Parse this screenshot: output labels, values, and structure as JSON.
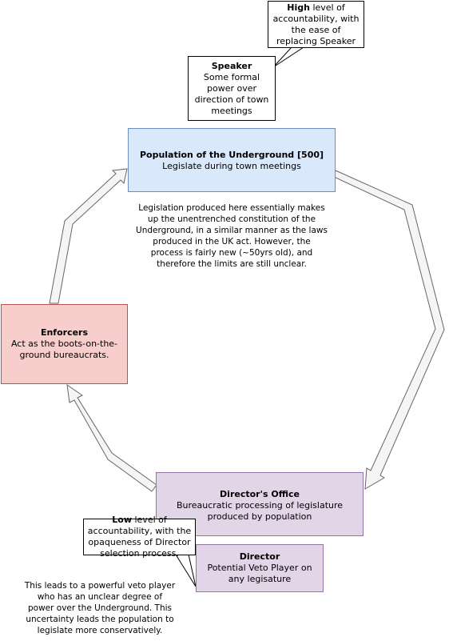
{
  "nodes": {
    "speaker": {
      "title": "Speaker",
      "desc": "Some formal power over direction of town meetings"
    },
    "population": {
      "title": "Population of the Underground [500]",
      "desc": "Legislate during town meetings"
    },
    "enforcers": {
      "title": "Enforcers",
      "desc": "Act as the boots-on-the-ground bureaucrats."
    },
    "directors_office": {
      "title": "Director's Office",
      "desc": "Bureaucratic processing of legislature produced by population"
    },
    "director": {
      "title": "Director",
      "desc": "Potential Veto Player on any legisature"
    }
  },
  "callouts": {
    "speaker": {
      "bold": "High",
      "rest": " level of accountability, with the ease of replacing Speaker"
    },
    "director": {
      "bold": "Low",
      "rest": " level of accountability, with the opaqueness of Director selection process."
    }
  },
  "notes": {
    "legislation": "Legislation produced here essentially makes up the unentrenched constitution of the Underground, in a similar manner as the laws produced in the UK act. However, the process is fairly new (~50yrs old), and therefore the limits are still unclear.",
    "veto": "This leads to a powerful veto player who has an unclear degree of power over the Underground. This uncertainty leads the population to legislate more conservatively."
  },
  "colors": {
    "population_fill": "#dae8fc",
    "population_stroke": "#6c8ebf",
    "enforcers_fill": "#f8cecc",
    "enforcers_stroke": "#b85450",
    "director_fill": "#e1d5e7",
    "director_stroke": "#9673a6",
    "arrow_fill": "#f5f5f5",
    "arrow_stroke": "#666666"
  }
}
